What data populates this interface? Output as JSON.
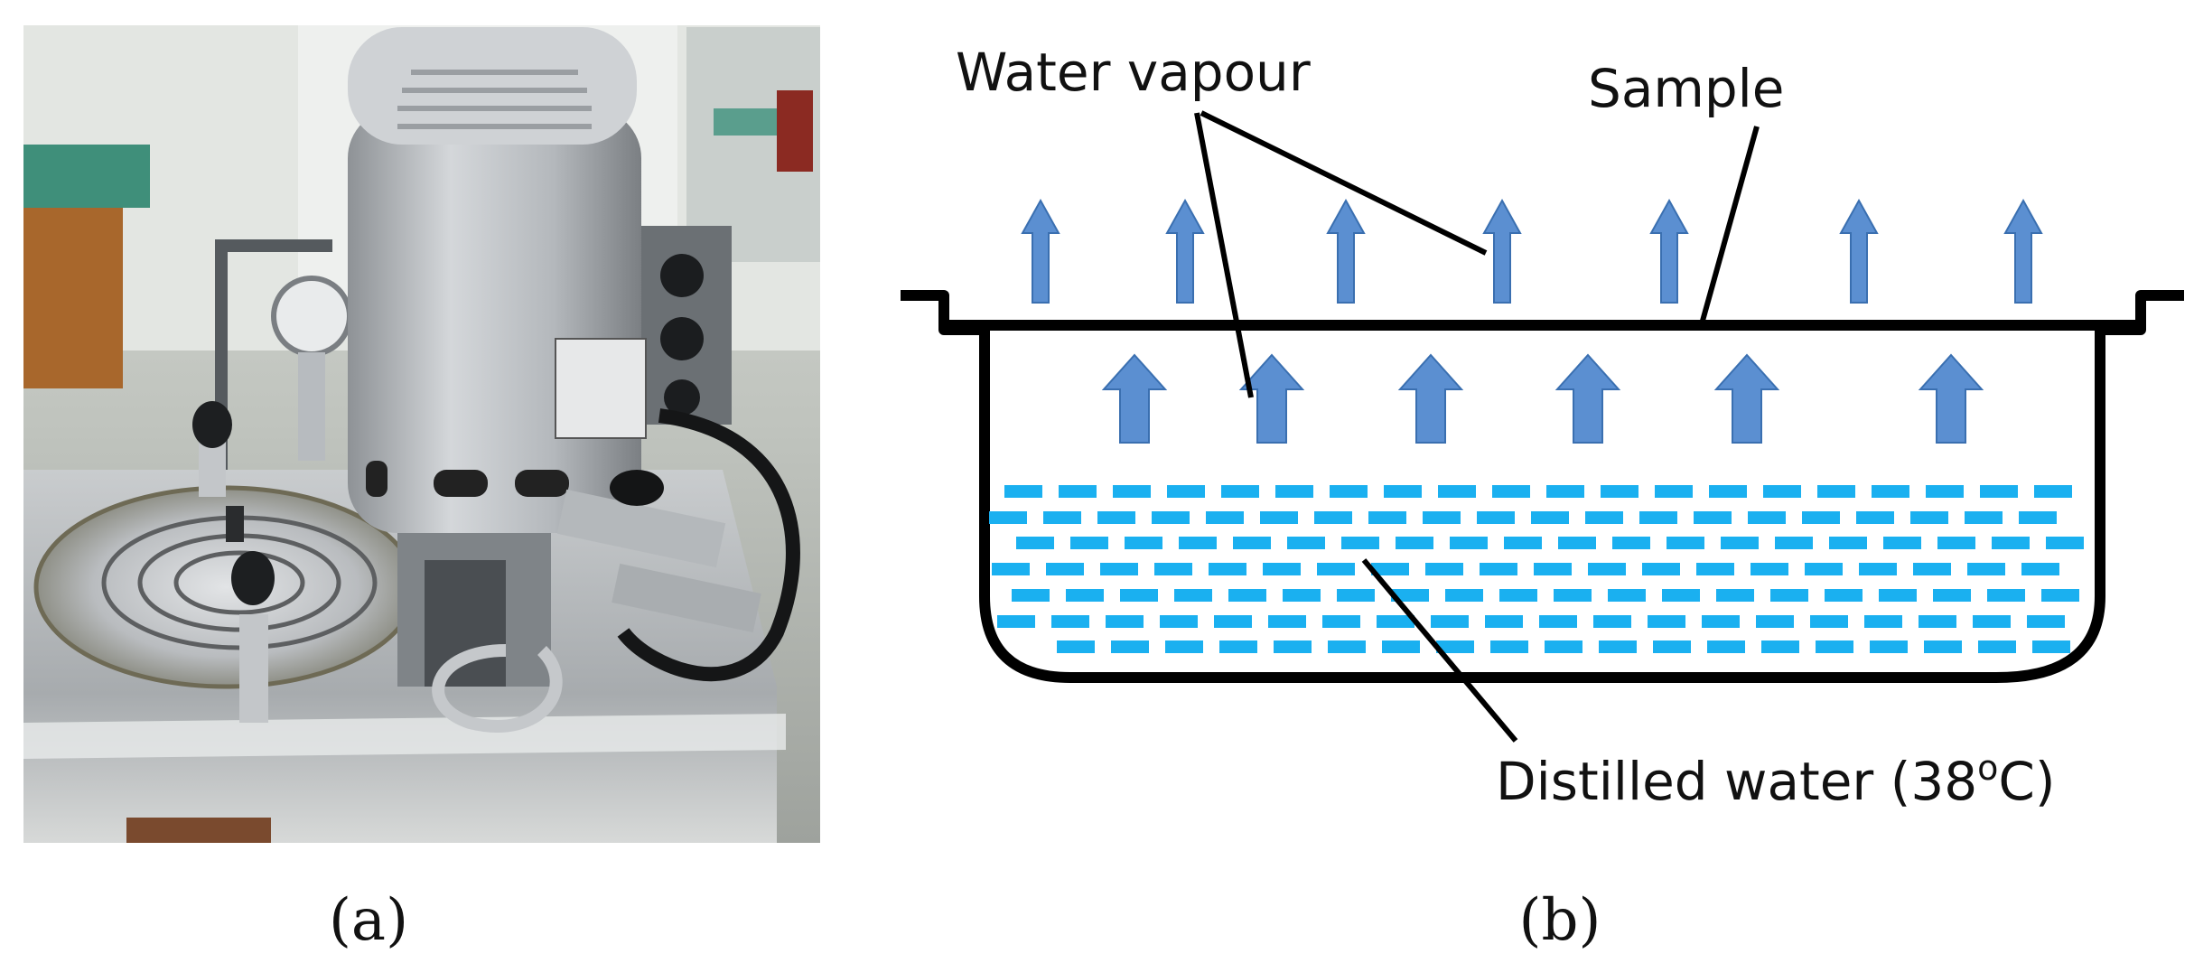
{
  "panel_a": {
    "caption": "(a)"
  },
  "panel_b": {
    "caption": "(b)",
    "label_water_vapour": "Water vapour",
    "label_sample": "Sample",
    "label_distilled_water": "Distilled water (38",
    "label_distilled_water_sup": "o",
    "label_distilled_water_end": "C)"
  },
  "colors": {
    "arrow_fill": "#5b8fd1",
    "water_dash": "#1ab0f0",
    "outline": "#000000"
  }
}
